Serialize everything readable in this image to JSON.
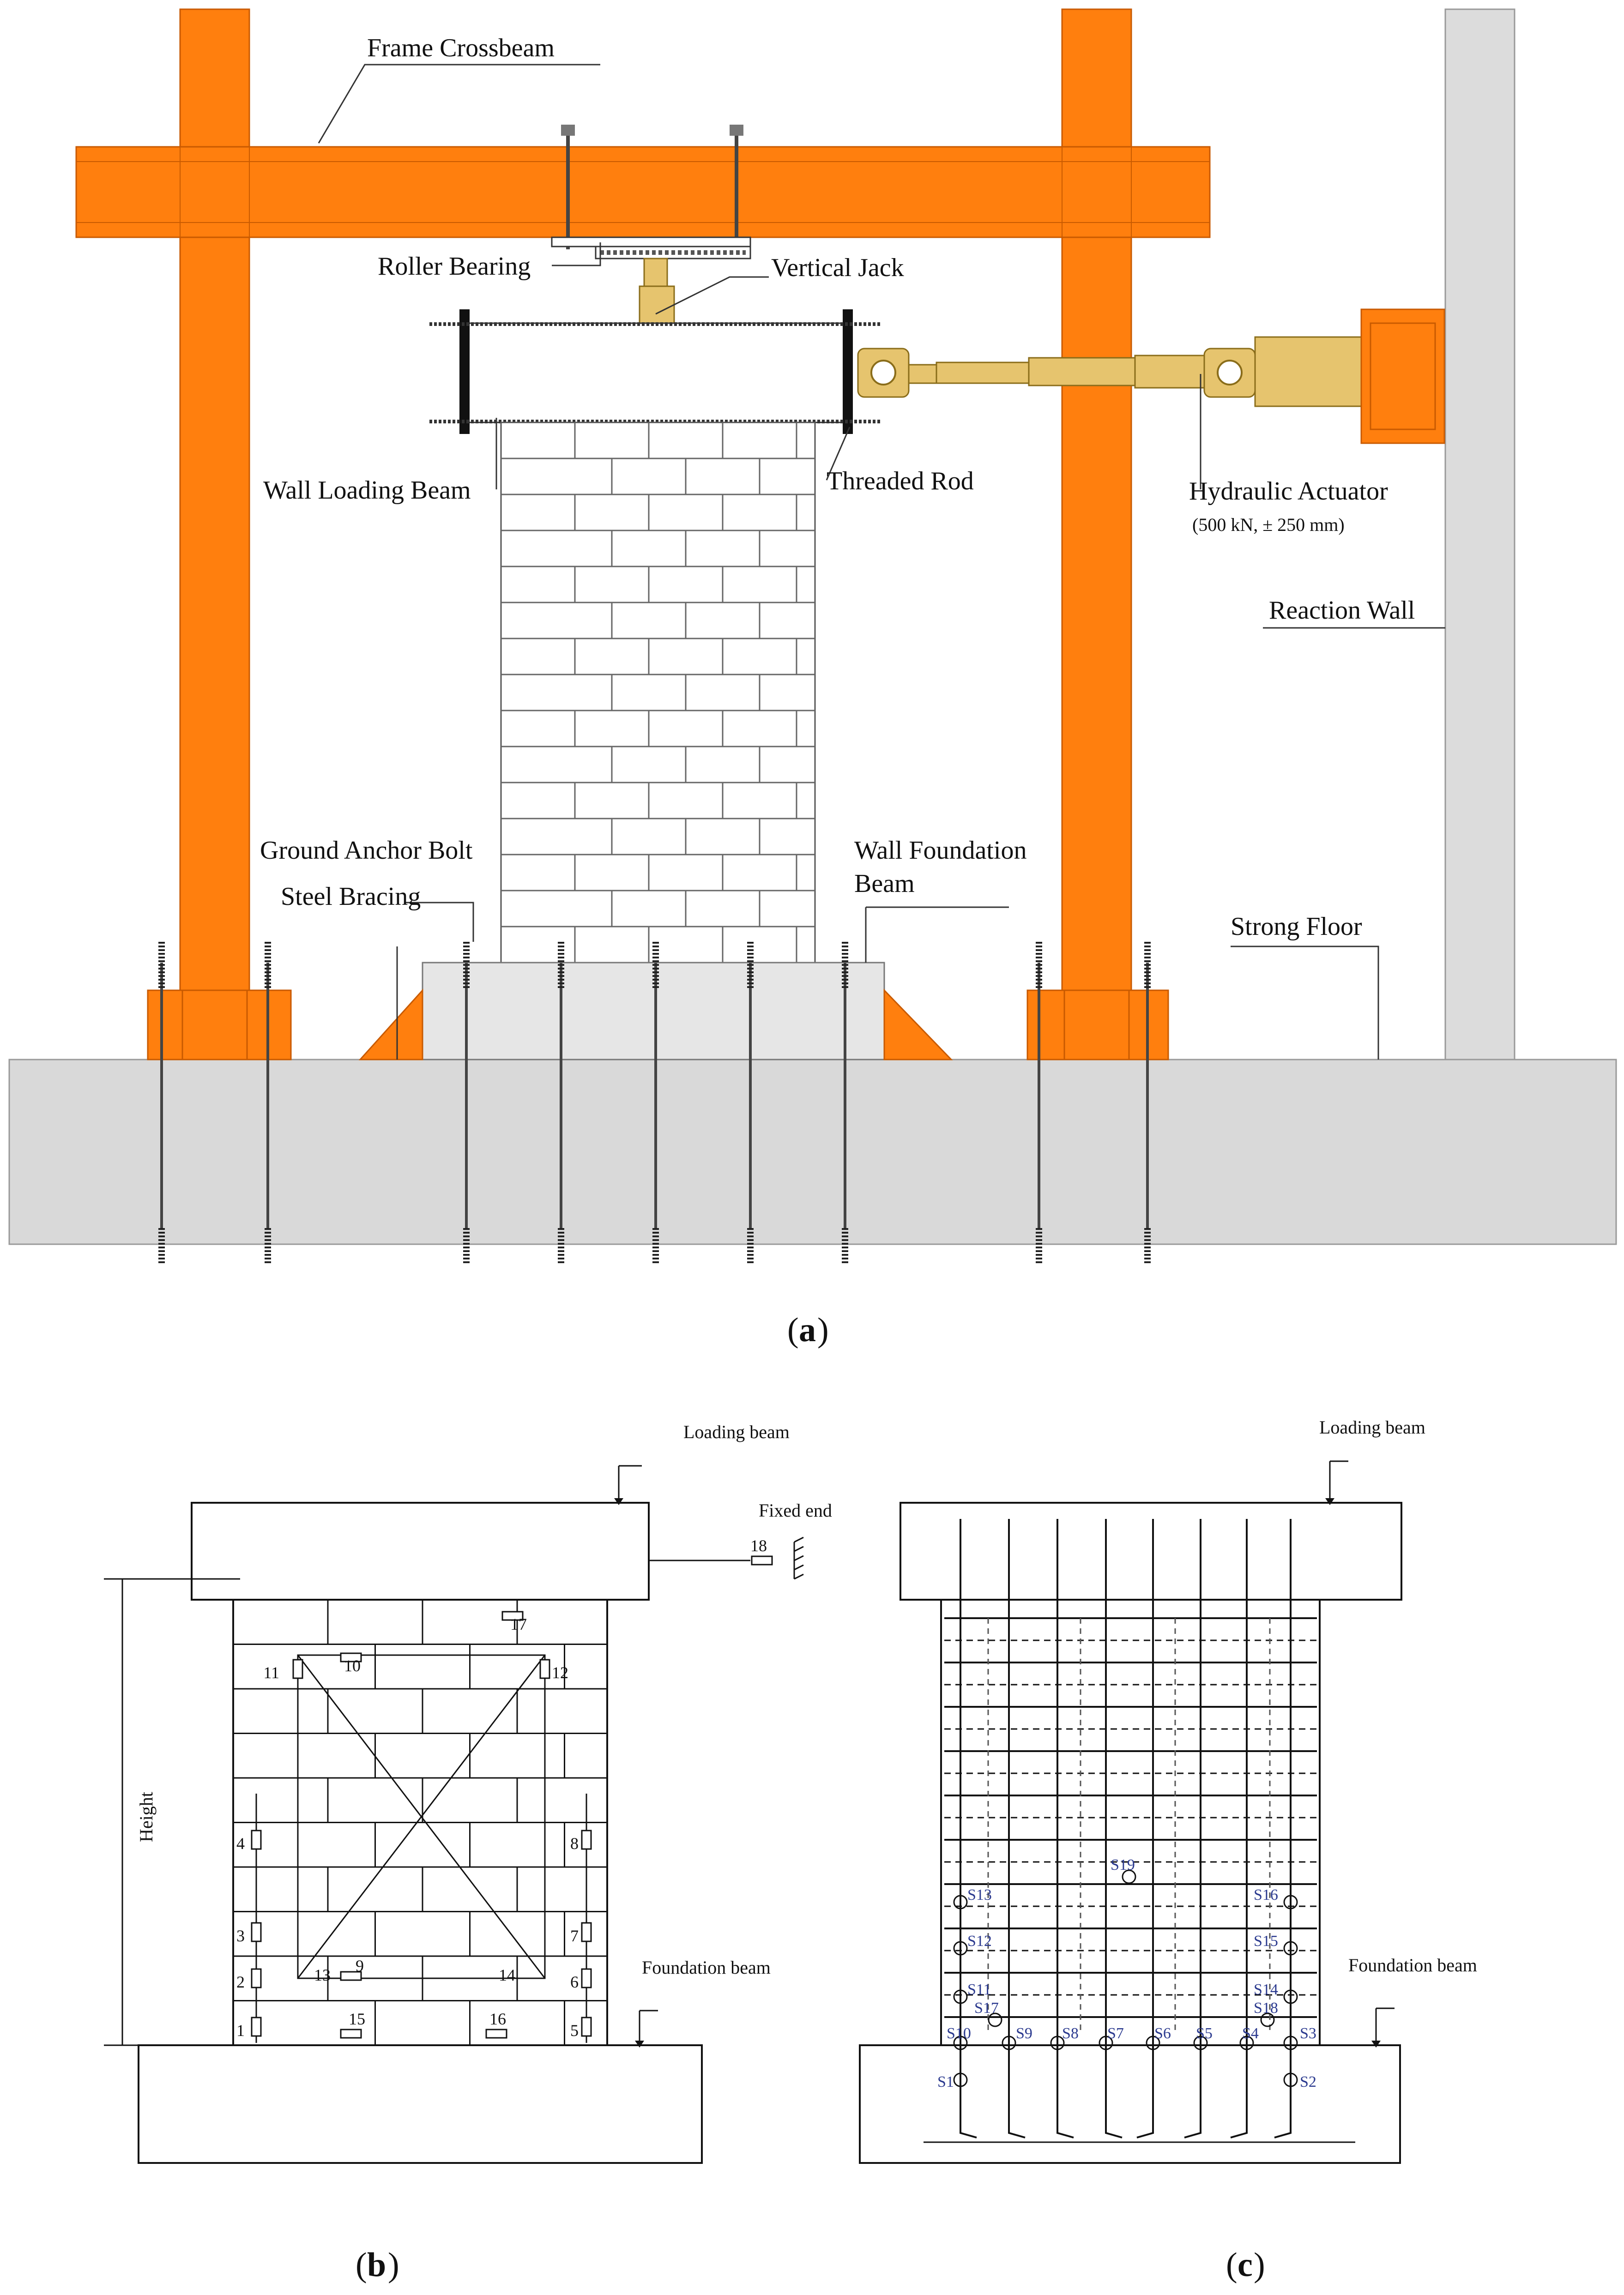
{
  "figure_a": {
    "caption": "a",
    "labels": {
      "frame_crossbeam": "Frame Crossbeam",
      "roller_bearing": "Roller Bearing",
      "vertical_jack": "Vertical Jack",
      "wall_loading_beam": "Wall Loading Beam",
      "threaded_rod": "Threaded Rod",
      "hydraulic_actuator": "Hydraulic Actuator",
      "actuator_spec": "(500 kN, ± 250 mm)",
      "reaction_wall": "Reaction Wall",
      "ground_anchor_bolt": "Ground Anchor Bolt",
      "steel_bracing": "Steel Bracing",
      "wall_foundation_beam_1": "Wall Foundation",
      "wall_foundation_beam_2": "Beam",
      "strong_floor": "Strong Floor"
    },
    "colors": {
      "frame": "#FF7F0E",
      "frame_dark": "#C85A00",
      "actuator": "#E6C46E",
      "floor": "#D9D9D9",
      "wall": "#DCDCDC"
    }
  },
  "figure_b": {
    "caption": "b",
    "labels": {
      "loading_beam": "Loading beam",
      "fixed_end": "Fixed end",
      "height": "Height",
      "foundation_beam": "Foundation beam"
    },
    "sensors": [
      "1",
      "2",
      "3",
      "4",
      "5",
      "6",
      "7",
      "8",
      "9",
      "10",
      "11",
      "12",
      "13",
      "14",
      "15",
      "16",
      "17",
      "18"
    ]
  },
  "figure_c": {
    "caption": "c",
    "labels": {
      "loading_beam": "Loading beam",
      "foundation_beam": "Foundation beam"
    },
    "gauges": [
      "S1",
      "S2",
      "S3",
      "S4",
      "S5",
      "S6",
      "S7",
      "S8",
      "S9",
      "S10",
      "S11",
      "S12",
      "S13",
      "S14",
      "S15",
      "S16",
      "S17",
      "S18",
      "S19"
    ]
  }
}
